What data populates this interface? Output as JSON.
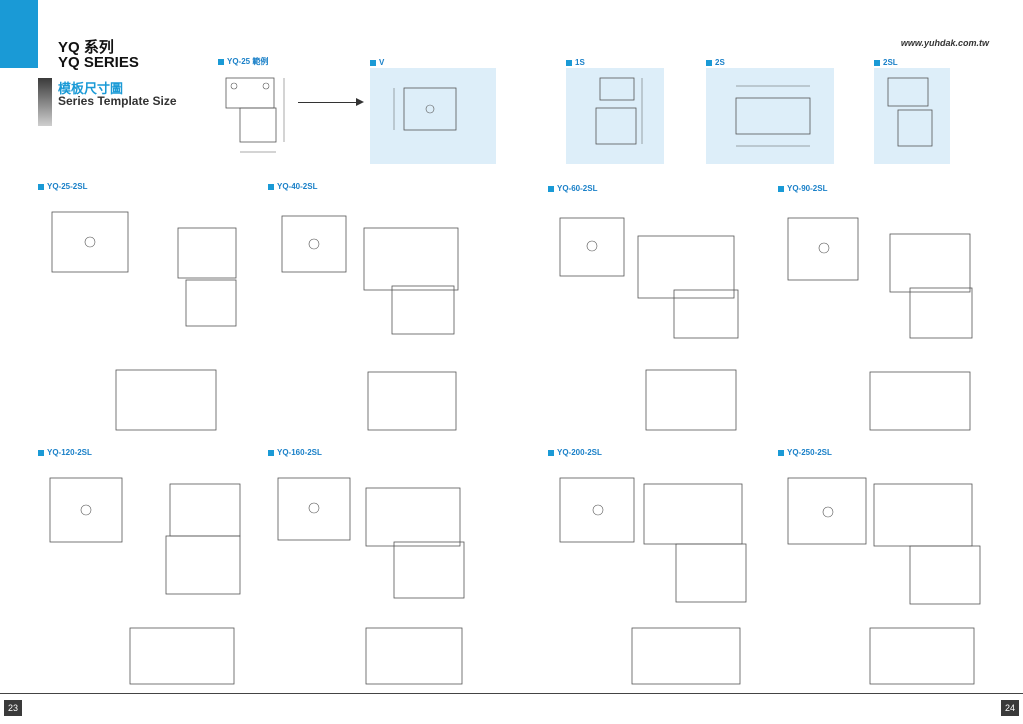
{
  "header": {
    "title_cn": "YQ 系列",
    "title_en": "YQ SERIES",
    "subtitle_cn": "模板尺寸圖",
    "subtitle_en": "Series Template Size",
    "website": "www.yuhdak.com.tw"
  },
  "top_panels": [
    {
      "label": "YQ-25 範例"
    },
    {
      "label": "V"
    },
    {
      "label": "1S"
    },
    {
      "label": "2S"
    },
    {
      "label": "2SL"
    }
  ],
  "diagrams": [
    {
      "label": "YQ-25-2SL"
    },
    {
      "label": "YQ-40-2SL"
    },
    {
      "label": "YQ-60-2SL"
    },
    {
      "label": "YQ-90-2SL"
    },
    {
      "label": "YQ-120-2SL"
    },
    {
      "label": "YQ-160-2SL"
    },
    {
      "label": "YQ-200-2SL"
    },
    {
      "label": "YQ-250-2SL"
    }
  ],
  "pages": {
    "left": "23",
    "right": "24"
  }
}
